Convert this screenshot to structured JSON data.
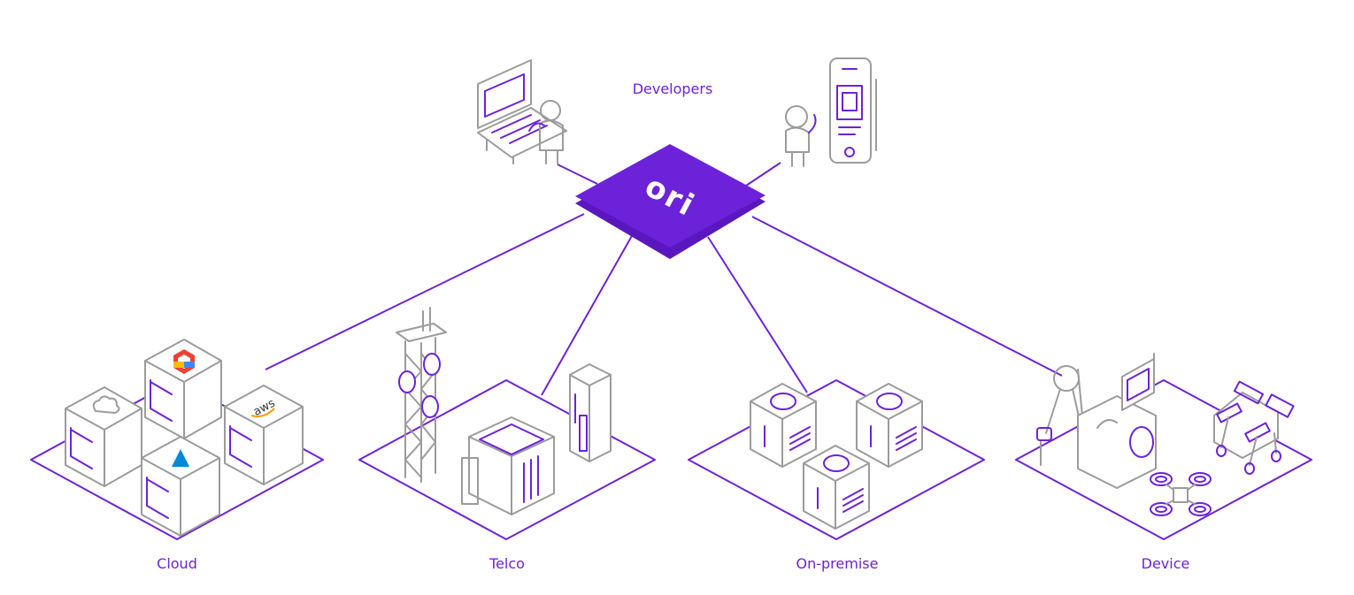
{
  "center": {
    "logo_text": "ori"
  },
  "labels": {
    "developers": "Developers",
    "cloud": "Cloud",
    "telco": "Telco",
    "on_premise": "On-premise",
    "device": "Device"
  },
  "cloud": {
    "aws_logo_text": "aws"
  },
  "icons": [
    "laptop-icon",
    "developer-person-icon",
    "smartphone-icon",
    "cloud-icon",
    "google-cloud-icon",
    "aws-logo",
    "azure-icon",
    "cell-tower-icon",
    "server-rack-icon",
    "robot-arm-icon",
    "drone-icon",
    "robot-dog-icon"
  ],
  "colors": {
    "accent": "#6c22d9",
    "line_gray": "#9b9b9b",
    "background": "#ffffff"
  }
}
